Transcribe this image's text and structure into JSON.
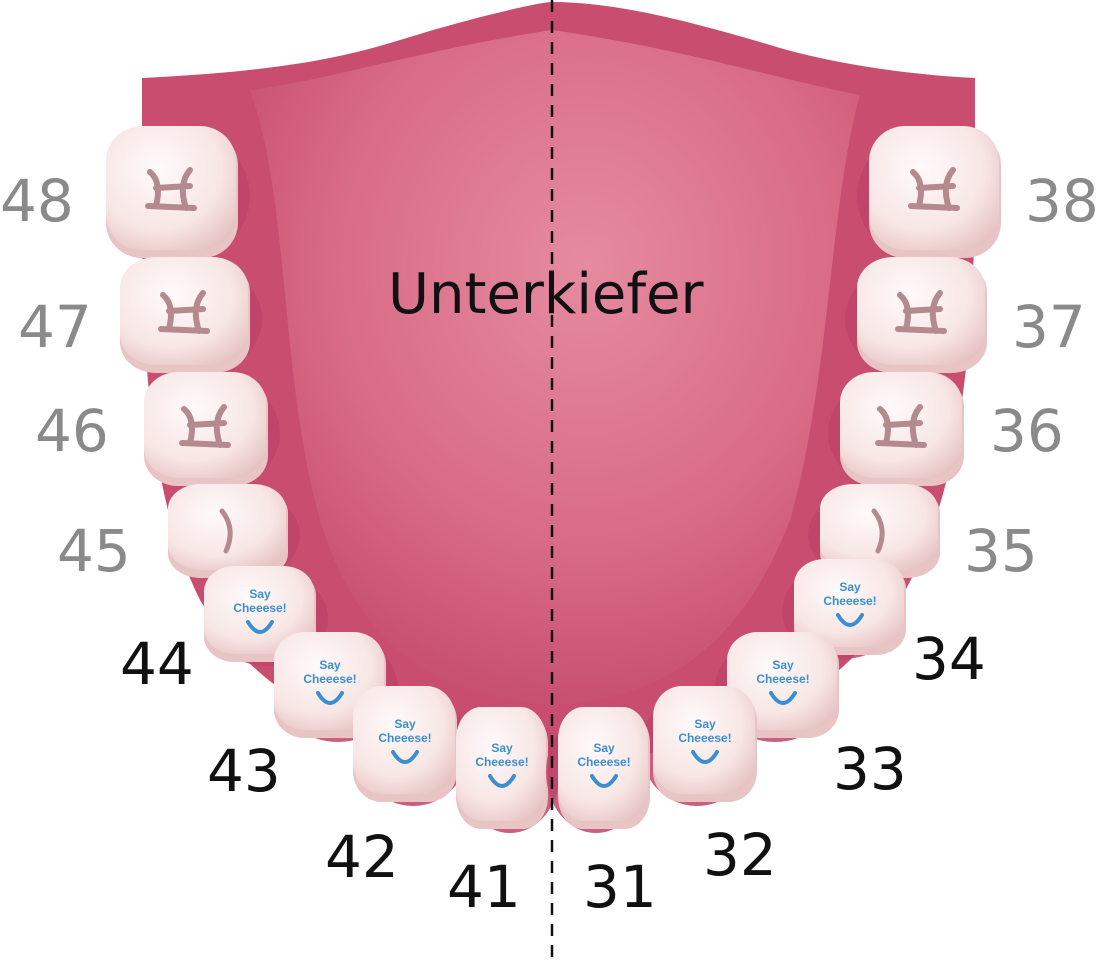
{
  "diagram": {
    "title": "Unterkiefer",
    "colors": {
      "gum": "#d35a78",
      "gum_dark": "#c04468",
      "gum_light": "#e27e95",
      "tooth": "#f6e4e2",
      "tooth_shadow": "#e8c4c4",
      "fissure": "#b58a8f",
      "smile": "#3b8fd0",
      "grey_label": "#8a8a8a",
      "black_label": "#111111"
    },
    "teeth_right": [
      {
        "number": "48",
        "type": "molar",
        "label_color": "grey"
      },
      {
        "number": "47",
        "type": "molar",
        "label_color": "grey"
      },
      {
        "number": "46",
        "type": "molar",
        "label_color": "grey"
      },
      {
        "number": "45",
        "type": "premolar",
        "label_color": "grey"
      },
      {
        "number": "44",
        "type": "premolar",
        "label_color": "black",
        "smile_text": "Say Cheeese!"
      },
      {
        "number": "43",
        "type": "canine",
        "label_color": "black",
        "smile_text": "Say Cheeese!"
      },
      {
        "number": "42",
        "type": "incisor",
        "label_color": "black",
        "smile_text": "Say Cheeese!"
      },
      {
        "number": "41",
        "type": "incisor",
        "label_color": "black",
        "smile_text": "Say Cheeese!"
      }
    ],
    "teeth_left": [
      {
        "number": "38",
        "type": "molar",
        "label_color": "grey"
      },
      {
        "number": "37",
        "type": "molar",
        "label_color": "grey"
      },
      {
        "number": "36",
        "type": "molar",
        "label_color": "grey"
      },
      {
        "number": "35",
        "type": "premolar",
        "label_color": "grey"
      },
      {
        "number": "34",
        "type": "premolar",
        "label_color": "black",
        "smile_text": "Say Cheeese!"
      },
      {
        "number": "33",
        "type": "canine",
        "label_color": "black",
        "smile_text": "Say Cheeese!"
      },
      {
        "number": "32",
        "type": "incisor",
        "label_color": "black",
        "smile_text": "Say Cheeese!"
      },
      {
        "number": "31",
        "type": "incisor",
        "label_color": "black",
        "smile_text": "Say Cheeese!"
      }
    ]
  }
}
